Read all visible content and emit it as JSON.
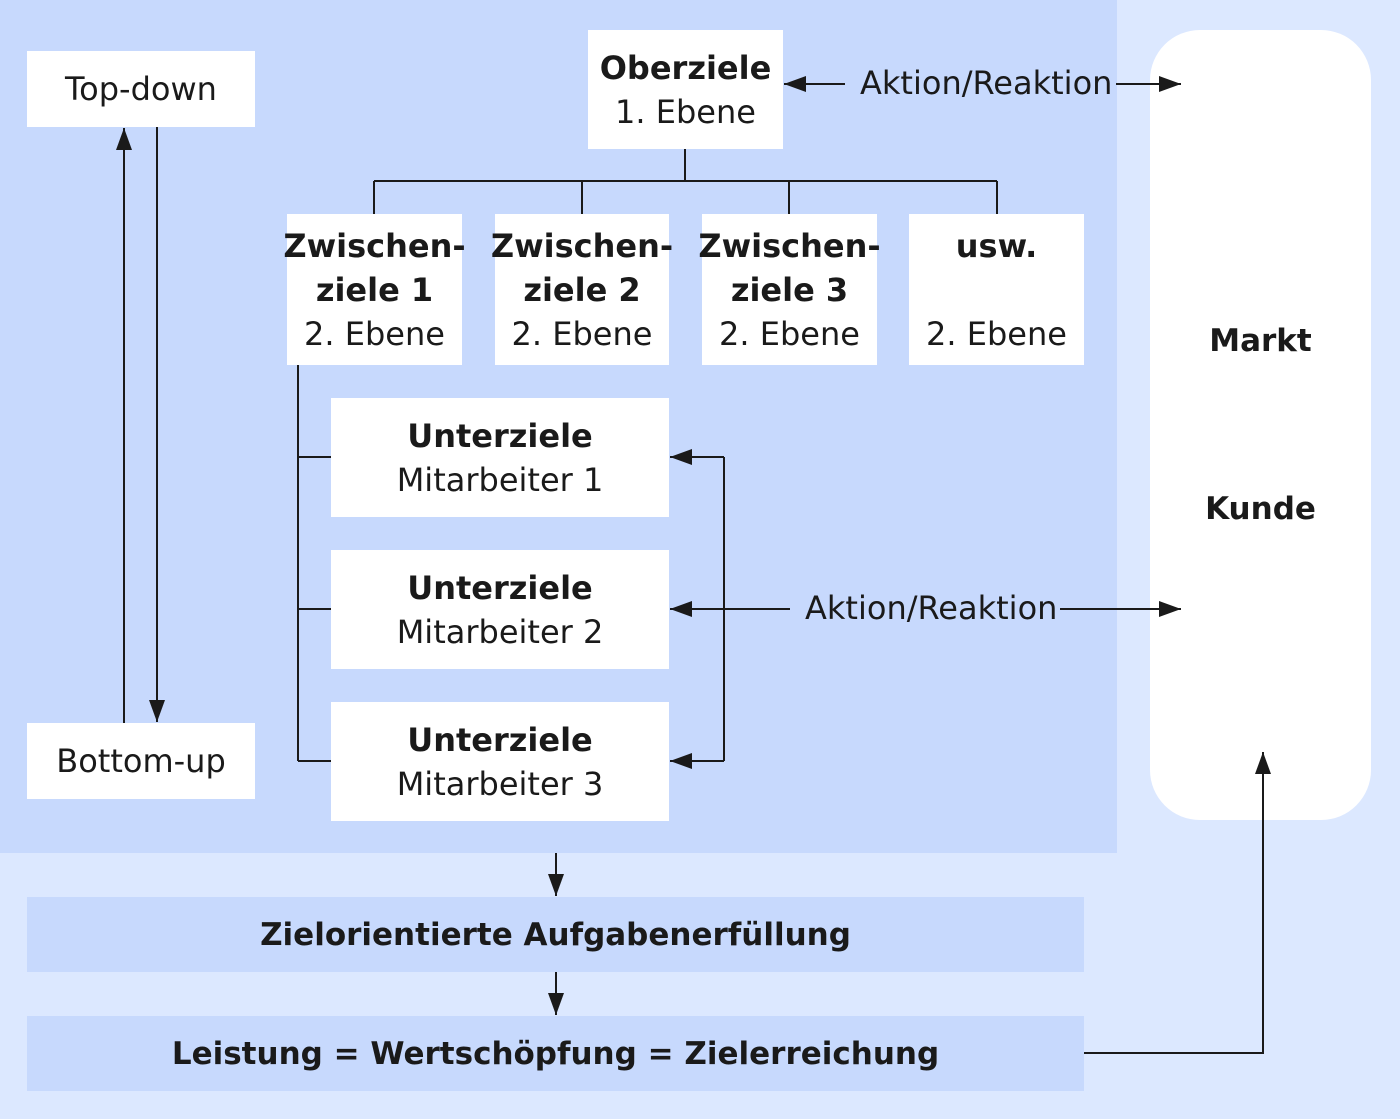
{
  "top": {
    "topdown": "Top-down",
    "bottomup": "Bottom-up"
  },
  "oberziele": {
    "title": "Oberziele",
    "level": "1. Ebene"
  },
  "zwischenziele": [
    {
      "l1": "Zwischen-",
      "l2": "ziele 1",
      "level": "2. Ebene"
    },
    {
      "l1": "Zwischen-",
      "l2": "ziele 2",
      "level": "2. Ebene"
    },
    {
      "l1": "Zwischen-",
      "l2": "ziele 3",
      "level": "2. Ebene"
    },
    {
      "l1": "usw.",
      "l2": "",
      "level": "2. Ebene"
    }
  ],
  "unterziele": [
    {
      "title": "Unterziele",
      "sub": "Mitarbeiter 1"
    },
    {
      "title": "Unterziele",
      "sub": "Mitarbeiter 2"
    },
    {
      "title": "Unterziele",
      "sub": "Mitarbeiter 3"
    }
  ],
  "labels": {
    "aktion_top": "Aktion/Reaktion",
    "aktion_mid": "Aktion/Reaktion"
  },
  "market": {
    "markt": "Markt",
    "kunde": "Kunde"
  },
  "bands": {
    "aufgaben": "Zielorientierte Aufgabenerfüllung",
    "leistung": "Leistung = Wertschöpfung = Zielerreichung"
  }
}
